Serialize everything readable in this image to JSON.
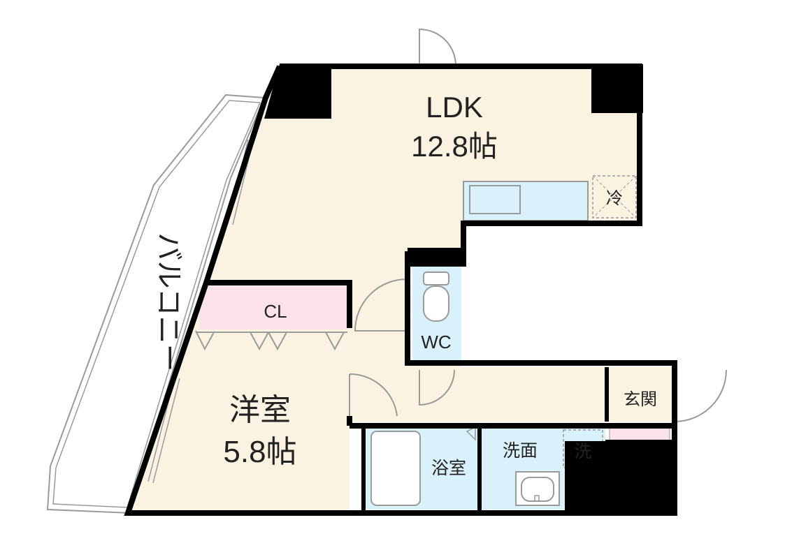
{
  "floor_plan": {
    "rooms": {
      "ldk": {
        "name": "LDK",
        "area": "12.8帖"
      },
      "western_room": {
        "name": "洋室",
        "area": "5.8帖"
      },
      "closet": {
        "name": "CL"
      },
      "toilet": {
        "name": "WC"
      },
      "bathroom": {
        "name": "浴室"
      },
      "washroom": {
        "name": "洗面"
      },
      "entrance": {
        "name": "玄関"
      },
      "balcony": {
        "name": "バルコニー"
      }
    },
    "fixtures": {
      "refrigerator": "冷",
      "washing_machine": "洗"
    },
    "colors": {
      "wall": "#000000",
      "wood_floor": "#fbf3e1",
      "wet_area": "#d9f1fb",
      "closet": "#fbe2ea",
      "kitchen_counter": "#d9f1fb",
      "outline": "#9a9a9a"
    }
  }
}
